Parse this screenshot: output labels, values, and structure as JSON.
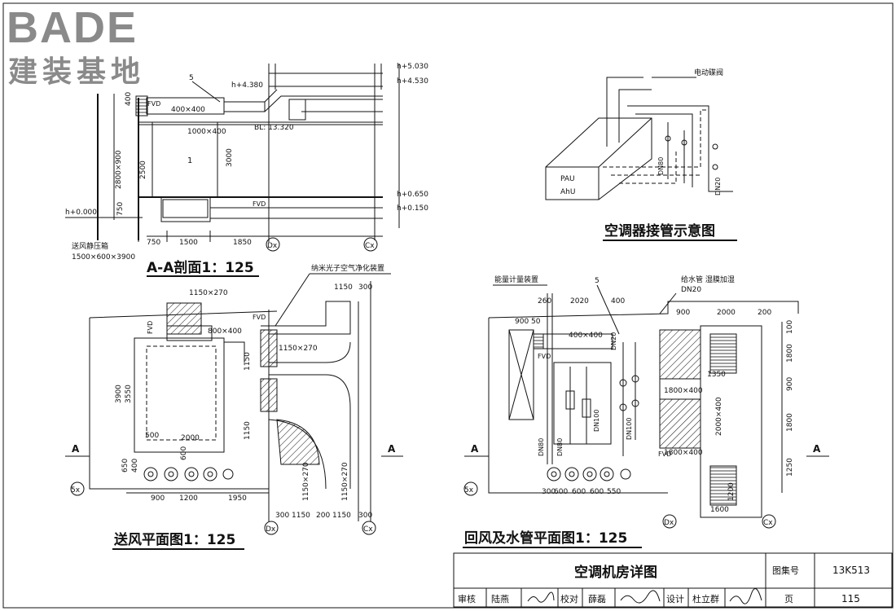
{
  "logo": {
    "brand": "BADE",
    "subtitle": "建装基地"
  },
  "views": {
    "section": {
      "title": "A-A剖面1：125"
    },
    "connection": {
      "title": "空调器接管示意图",
      "note_valve": "电动碟阀",
      "box_line1": "PAU",
      "box_line2": "AhU"
    },
    "supply": {
      "title": "送风平面图1：125",
      "note_purifier": "纳米光子空气净化装置"
    },
    "return": {
      "title": "回风及水管平面图1：125",
      "note_meter": "能量计量装置",
      "note_water": "给水管  湿膜加湿",
      "dn20": "DN20"
    }
  },
  "section_dims": {
    "elev": [
      "h+5.030",
      "h+4.530",
      "h+4.380",
      "h+0.650",
      "h+0.150",
      "h+0.000",
      "BL: 13.320"
    ],
    "sizes": [
      "400×400",
      "1000×400",
      "2800×900",
      "2500",
      "3000",
      "750",
      "1500",
      "1850",
      "1500×600×3900",
      "送风静压箱",
      "FVD",
      "5",
      "1"
    ]
  },
  "supply_dims": [
    "1150×270",
    "800×400",
    "1150",
    "300",
    "3900",
    "3550",
    "500",
    "2000",
    "900",
    "1200",
    "1950",
    "650",
    "400",
    "600",
    "1150×270",
    "FVD",
    "A",
    "5x",
    "Dx",
    "Cx"
  ],
  "return_dims": [
    "260",
    "2020",
    "400",
    "900",
    "50",
    "400×400",
    "DN20",
    "DN80",
    "DN100",
    "1350",
    "1800×400",
    "2000×400",
    "1800",
    "1250",
    "1200",
    "1600",
    "2000",
    "200",
    "600",
    "550",
    "FVD"
  ],
  "titleblock": {
    "name": "空调机房详图",
    "atlas_label": "图集号",
    "atlas_no": "13K513",
    "page_label": "页",
    "page_no": "115",
    "review": "审核",
    "review_name": "陆燕",
    "check": "校对",
    "check_name": "薛磊",
    "design": "设计",
    "design_name": "杜立群"
  }
}
